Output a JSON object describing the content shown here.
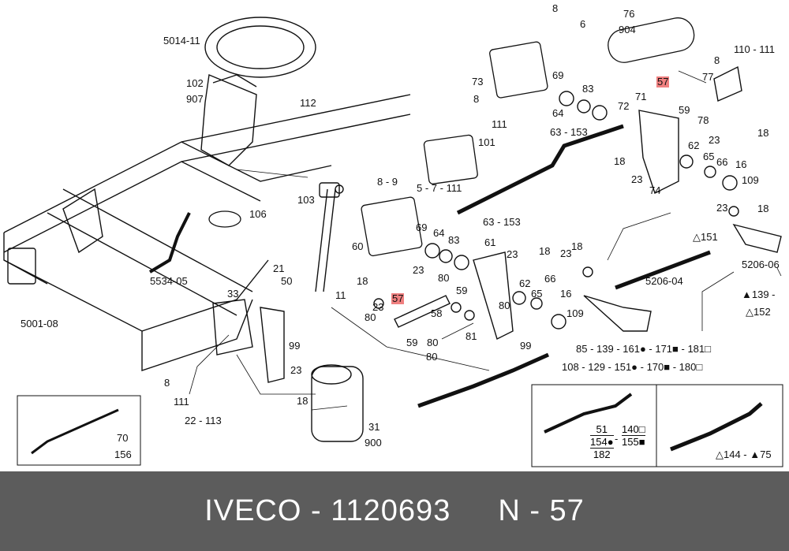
{
  "callouts": [
    "8",
    "6",
    "76",
    "904",
    "110 - 111",
    "8",
    "5014-11",
    "102",
    "907",
    "112",
    "73",
    "8",
    "111",
    "69",
    "83",
    "64",
    "63 - 153",
    "77",
    "57",
    "71",
    "72",
    "59",
    "78",
    "23",
    "18",
    "62",
    "65",
    "66",
    "16",
    "18",
    "23",
    "74",
    "109",
    "101",
    "8 - 9",
    "5 - 7 - 111",
    "103",
    "106",
    "63 - 153",
    "23",
    "18",
    "△151",
    "60",
    "69",
    "64",
    "83",
    "61",
    "18",
    "5206-06",
    "23",
    "18",
    "21",
    "23",
    "80",
    "66",
    "62",
    "23",
    "5206-04",
    "▲139 -",
    "△152",
    "18",
    "11",
    "57",
    "59",
    "65",
    "16",
    "23",
    "80",
    "58",
    "80",
    "109",
    "81",
    "99",
    "59",
    "80",
    "80",
    "85 - 139 - 161● - 171■  - 181□",
    "108 - 129 - 151● - 170■ - 180□",
    "5534-05",
    "5001-08",
    "33",
    "50",
    "99",
    "23",
    "8",
    "111",
    "18",
    "22 - 113",
    "31",
    "900",
    "70",
    "156",
    "△144 - ▲75"
  ],
  "inset_fraction": {
    "left_top": "51",
    "left_mid": "154●",
    "left_bottom": "182",
    "dash": "-",
    "right_top": "140□",
    "right_bottom": "155■"
  },
  "highlight_color": "#f08080",
  "footer": {
    "brand_part": "IVECO - 1120693",
    "ref": "N - 57"
  }
}
